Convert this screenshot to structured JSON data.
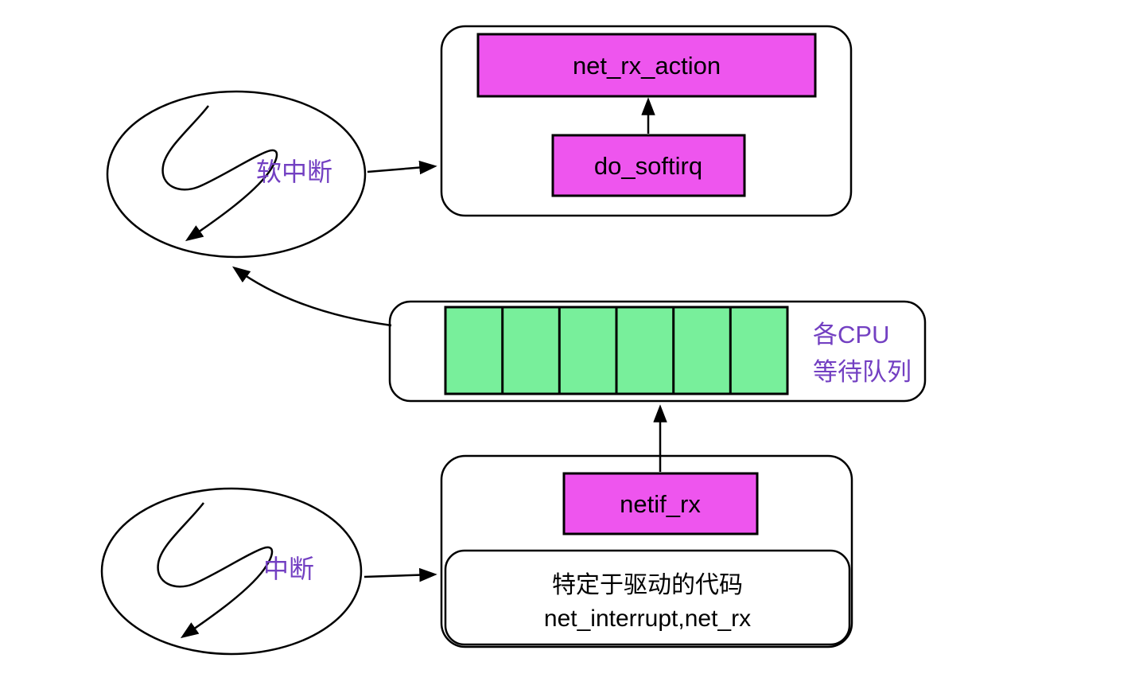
{
  "diagram": {
    "title_hint": "Linux network packet reception flow",
    "softirq": {
      "ellipse_label": "软中断",
      "net_rx_action_label": "net_rx_action",
      "do_softirq_label": "do_softirq"
    },
    "queue": {
      "label_line1": "各CPU",
      "label_line2": "等待队列",
      "cell_count": 6
    },
    "interrupt": {
      "ellipse_label": "中断",
      "netif_rx_label": "netif_rx",
      "driver_line1": "特定于驱动的代码",
      "driver_line2": "net_interrupt,net_rx"
    },
    "colors": {
      "box_fill": "#EE55EE",
      "queue_cell_fill": "#78EF9B",
      "label_purple": "#7340C2",
      "stroke": "#000000",
      "background": "#FFFFFF"
    }
  }
}
